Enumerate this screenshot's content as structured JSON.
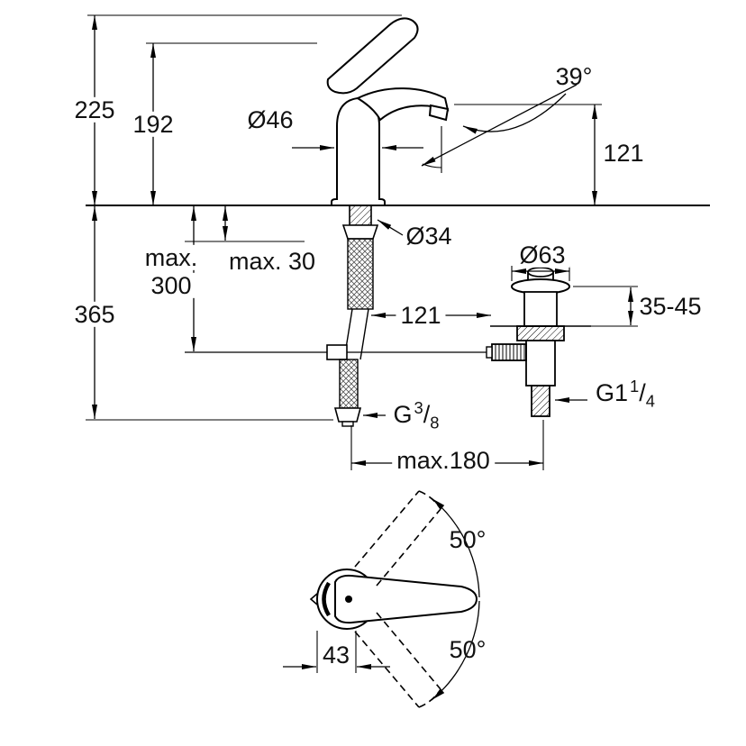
{
  "colors": {
    "line": "#000000",
    "background": "#ffffff",
    "text": "#111111"
  },
  "dimensions": {
    "height_overall": "225",
    "height_to_lever": "192",
    "body_diameter": "Ø46",
    "spray_angle": "39°",
    "spout_height": "121",
    "hose_length_line1": "max.",
    "hose_length_line2": "300",
    "deck_thickness": "max. 30",
    "hole_diameter": "Ø34",
    "below_deck_height": "365",
    "spout_to_drain": "121",
    "drain_flange_diameter": "Ø63",
    "drain_clamp_range": "35-45",
    "drain_thread_prefix": "G1",
    "drain_thread_numerator": "1",
    "drain_thread_slash": "/",
    "drain_thread_denominator": "4",
    "supply_thread_prefix": "G",
    "supply_thread_numerator": "3",
    "supply_thread_slash": "/",
    "supply_thread_denominator": "8",
    "reach_max": "max.180",
    "handle_swing_up": "50°",
    "handle_swing_down": "50°",
    "handle_offset": "43"
  }
}
